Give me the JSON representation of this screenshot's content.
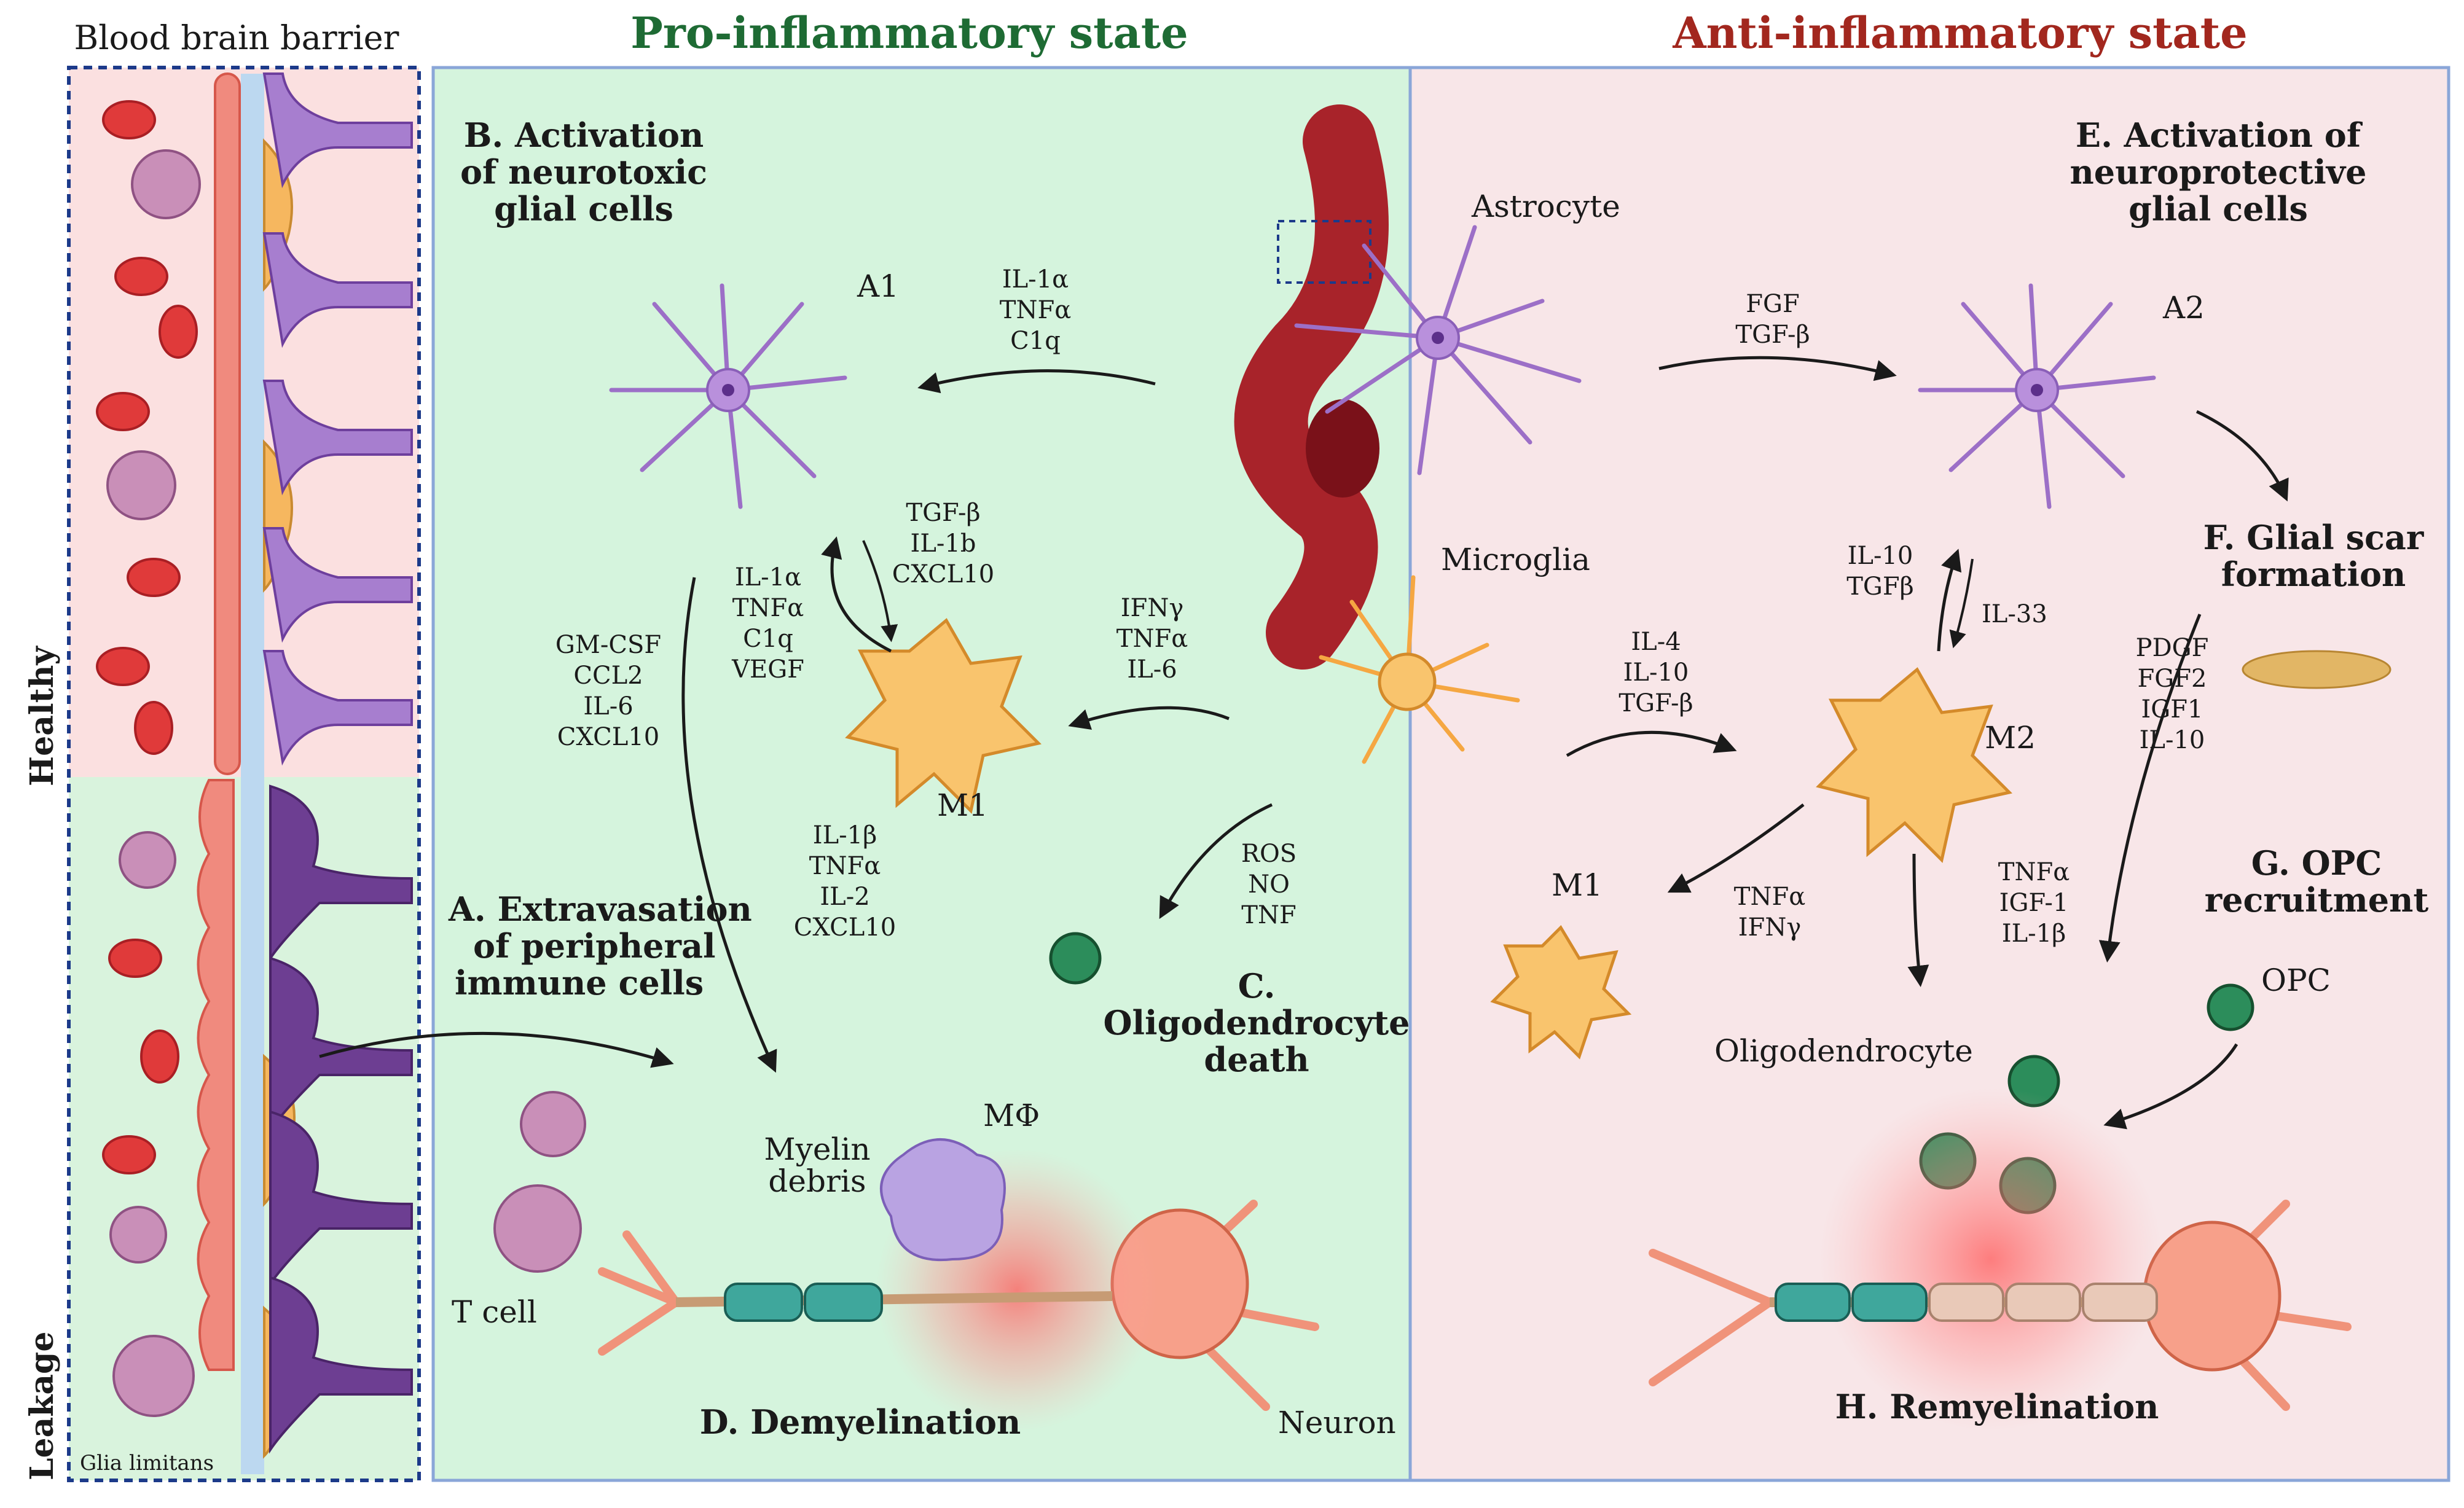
{
  "states": {
    "bbb": "Blood brain barrier",
    "pro": "Pro-inflammatory state",
    "anti": "Anti-inflammatory state",
    "healthy": "Healthy",
    "leakage": "Leakage",
    "glia_limitans": "Glia limitans"
  },
  "headings": {
    "a": [
      "A. Extravasation",
      "of peripheral",
      "immune cells"
    ],
    "b": [
      "B. Activation",
      "of neurotoxic",
      "glial cells"
    ],
    "c": [
      "C.",
      "Oligodendrocyte",
      "death"
    ],
    "d": "D. Demyelination",
    "e": [
      "E. Activation of",
      "neuroprotective",
      "glial cells"
    ],
    "f": [
      "F. Glial scar",
      "formation"
    ],
    "g": [
      "G. OPC",
      "recruitment"
    ],
    "h": "H. Remyelination"
  },
  "cells": {
    "astrocyte": "Astrocyte",
    "microglia": "Microglia",
    "a1": "A1",
    "a2": "A2",
    "m1_left": "M1",
    "m1_right": "M1",
    "m2": "M2",
    "opc": "OPC",
    "oligodendrocyte": "Oligodendrocyte",
    "t_cell": "T cell",
    "neuron": "Neuron",
    "myelin_debris": [
      "Myelin",
      "debris"
    ],
    "macrophage": "MΦ"
  },
  "cytokines": {
    "astro_to_a1": [
      "IL-1α",
      "TNFα",
      "C1q"
    ],
    "astro_to_a2": [
      "FGF",
      "TGF-β"
    ],
    "m1_to_a1": [
      "TGF-β",
      "IL-1b",
      "CXCL10"
    ],
    "a1_to_m1": [
      "IL-1α",
      "TNFα",
      "C1q",
      "VEGF"
    ],
    "a1_to_demyel": [
      "GM-CSF",
      "CCL2",
      "IL-6",
      "CXCL10"
    ],
    "micro_to_m1": [
      "IFNγ",
      "TNFα",
      "IL-6"
    ],
    "m1_to_demyel": [
      "IL-1β",
      "TNFα",
      "IL-2",
      "CXCL10"
    ],
    "micro_to_oligo": [
      "ROS",
      "NO",
      "TNF"
    ],
    "micro_to_m2": [
      "IL-4",
      "IL-10",
      "TGF-β"
    ],
    "m2_to_a2": [
      "IL-10",
      "TGFβ"
    ],
    "a2_to_m2": [
      "IL-33"
    ],
    "m2_to_m1": [
      "TNFα",
      "IFNγ"
    ],
    "m2_to_remyel": [
      "TNFα",
      "IGF-1",
      "IL-1β"
    ],
    "a2_to_remyel": [
      "PDGF",
      "FGF2",
      "IGF1",
      "IL-10"
    ]
  },
  "colors": {
    "pro_bg": "#d5f4dd",
    "anti_bg": "#f8e6e8",
    "healthy_bg": "#fbe0e0",
    "leak_bg": "#d9f3dd",
    "pro_title": "#1e6b34",
    "anti_title": "#a2271e",
    "astrocyte": "#9c6fc7",
    "microglia": "#f5a742",
    "oligo": "#1f8a55",
    "neuron": "#f0937a",
    "myelin": "#3fa79c",
    "vessel": "#a8232a"
  }
}
